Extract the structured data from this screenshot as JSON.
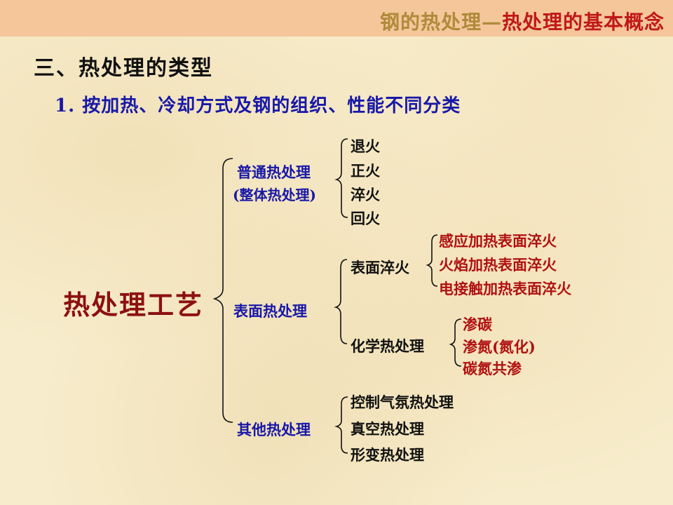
{
  "header": {
    "title_part1": "钢的热处理—",
    "title_part2": "热处理的基本概念",
    "colors": {
      "background": "#f4c69a",
      "part1": "#b08a3a",
      "part2": "#c01818"
    }
  },
  "heading": "三、热处理的类型",
  "subheading": "1. 按加热、冷却方式及钢的组织、性能不同分类",
  "tree": {
    "root": "热处理工艺",
    "ordinary": {
      "label": "普通热处理",
      "sublabel": "(整体热处理)",
      "items": [
        "退火",
        "正火",
        "淬火",
        "回火"
      ]
    },
    "surface": {
      "label": "表面热处理",
      "quench": {
        "label": "表面淬火",
        "items": [
          "感应加热表面淬火",
          "火焰加热表面淬火",
          "电接触加热表面淬火"
        ]
      },
      "chemical": {
        "label": "化学热处理",
        "items": [
          "渗碳",
          "渗氮(氮化)",
          "碳氮共渗"
        ]
      }
    },
    "other": {
      "label": "其他热处理",
      "items": [
        "控制气氛热处理",
        "真空热处理",
        "形变热处理"
      ]
    }
  }
}
